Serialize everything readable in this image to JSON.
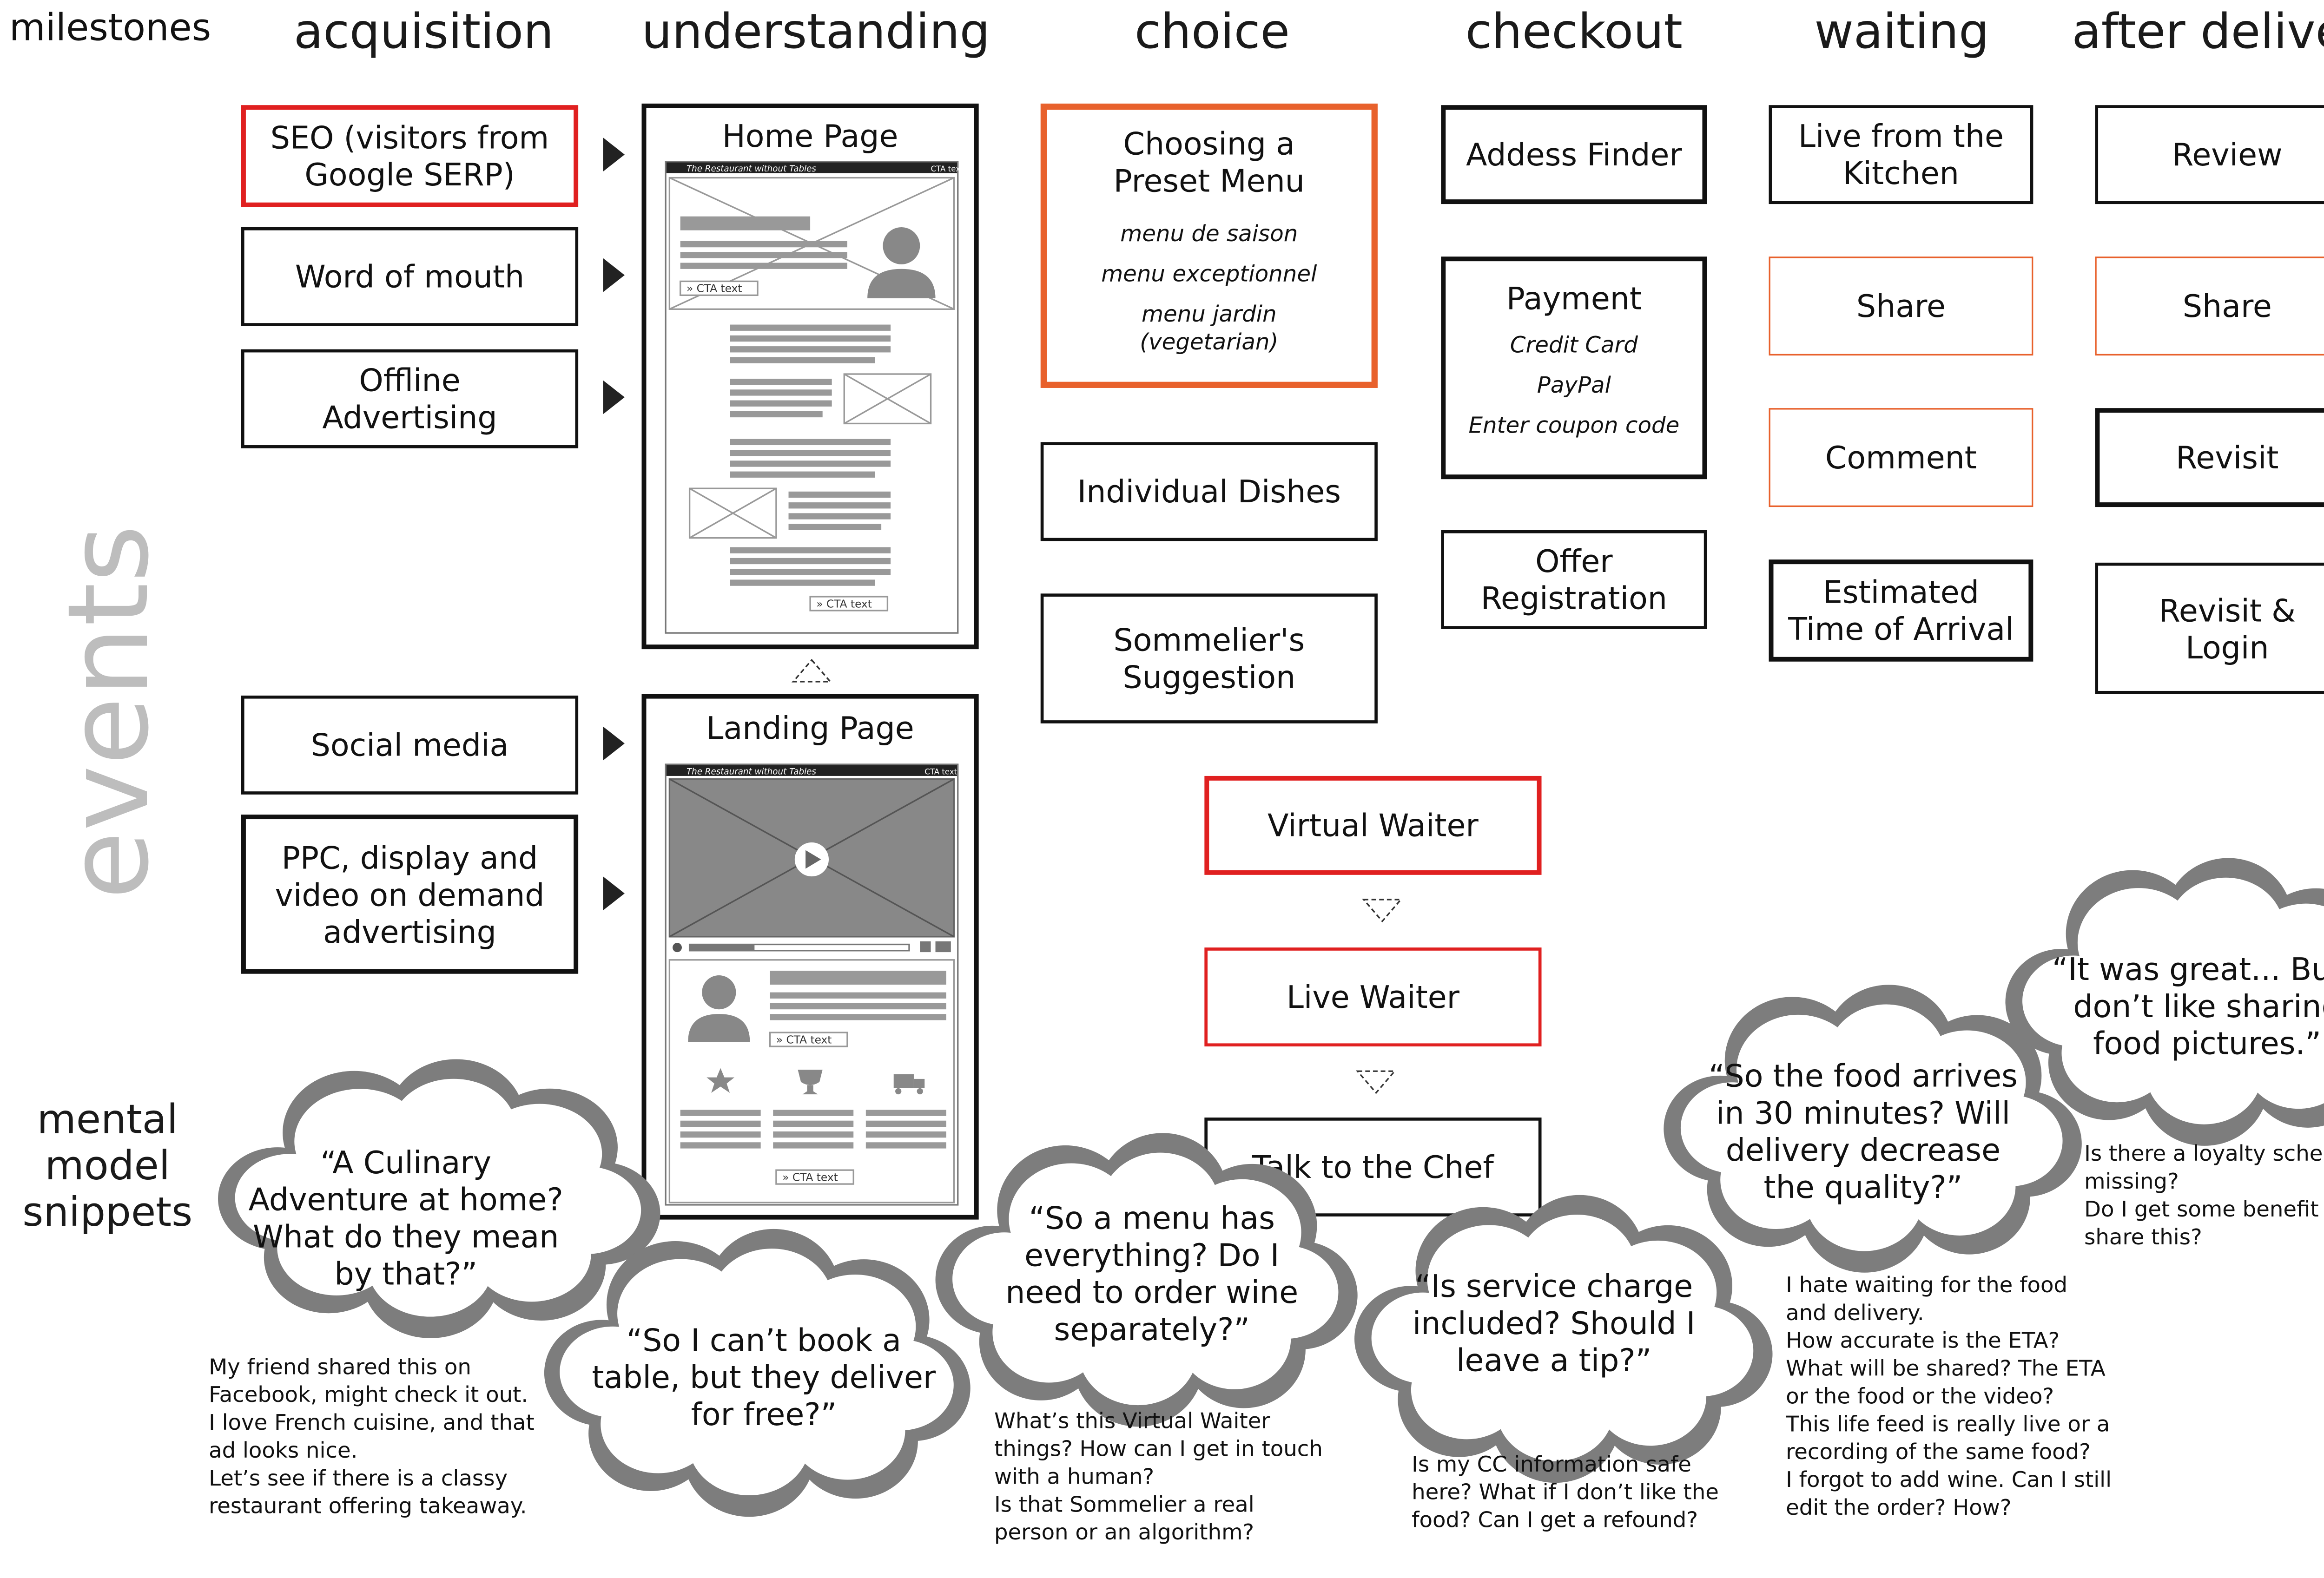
{
  "milestones_label": "milestones",
  "events_label": "events",
  "mental_label": "mental\nmodel\nsnippets",
  "columns": [
    "acquisition",
    "understanding",
    "choice",
    "checkout",
    "waiting",
    "after delivery"
  ],
  "acquisition": {
    "seo": "SEO (visitors from Google SERP)",
    "word_of_mouth": "Word of mouth",
    "offline": "Offline Advertising",
    "social": "Social media",
    "ppc": "PPC, display and video on demand advertising"
  },
  "understanding": {
    "home_title": "Home Page",
    "landing_title": "Landing Page",
    "restaurant_name": "The Restaurant without Tables",
    "cta_text": "CTA text"
  },
  "choice": {
    "preset_title": "Choosing a Preset Menu",
    "preset_items": [
      "menu de saison",
      "menu exceptionnel",
      "menu jardin (vegetarian)"
    ],
    "individual": "Individual Dishes",
    "sommelier": "Sommelier's Suggestion",
    "virtual_waiter": "Virtual Waiter",
    "live_waiter": "Live Waiter",
    "talk_chef": "Talk to the Chef"
  },
  "checkout": {
    "address": "Addess Finder",
    "payment_title": "Payment",
    "payment_items": [
      "Credit Card",
      "PayPal",
      "Enter coupon code"
    ],
    "offer": "Offer Registration"
  },
  "waiting": {
    "live": "Live from the Kitchen",
    "share": "Share",
    "comment": "Comment",
    "eta": "Estimated Time of Arrival"
  },
  "after": {
    "review": "Review",
    "share": "Share",
    "revisit": "Revisit",
    "revisit_login": "Revisit & Login"
  },
  "quotes": {
    "q1": "“A Culinary Adventure at home? What do they mean by that?”",
    "q2": "“So I can’t book a table, but they deliver for free?”",
    "q3": "“So a menu has everything? Do I need to order wine separately?”",
    "q4": "“Is service charge included? Should I leave a tip?”",
    "q5": "“So the food arrives in 30 minutes? Will delivery decrease the quality?”",
    "q6": "“It was great... But I don’t like sharing food pictures.”"
  },
  "notes": {
    "n1": "My friend shared this on\nFacebook, might check it out.\nI love French cuisine, and that\nad looks nice.\nLet’s see if there is a classy\nrestaurant offering takeaway.",
    "n2": "What’s this Virtual Waiter\nthings? How can I get in touch\nwith a human?\nIs that Sommelier a real\nperson or an algorithm?",
    "n3": "Is my CC information safe\nhere? What if I don’t like the\nfood? Can I get a refound?",
    "n4": "I hate waiting for the food\nand delivery.\nHow accurate is the ETA?\nWhat will be shared? The ETA\nor the food or the video?\nThis life feed is really live or a\nrecording of the same food?\nI forgot to add wine. Can I still\nedit the order? How?",
    "n5": "Is there a loyalty scheme I’m\nmissing?\nDo I get some benefit if I\nshare this?"
  },
  "colors": {
    "red": "#e02020",
    "orange": "#e8612c",
    "gray_text": "#bdbdbd",
    "cloud": "#7d7d7d"
  }
}
